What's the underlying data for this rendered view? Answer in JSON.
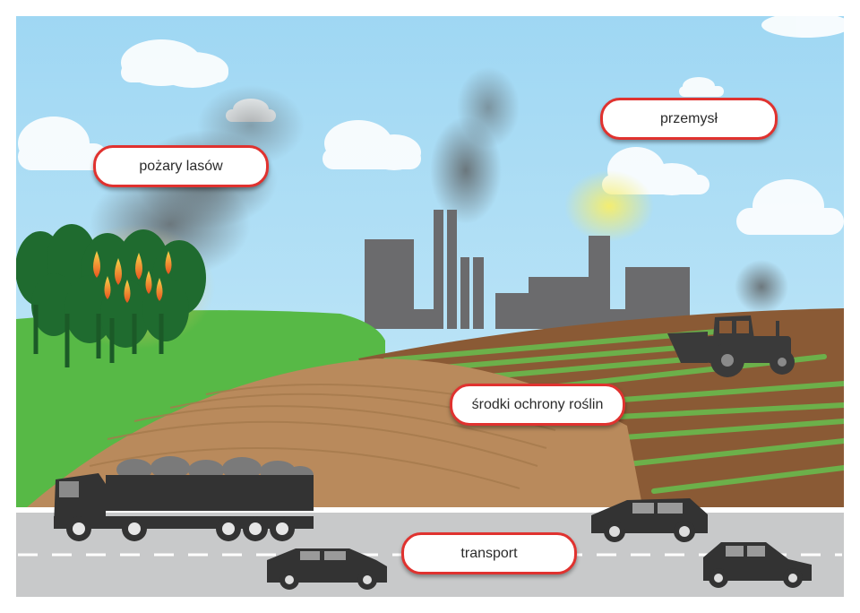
{
  "labels": {
    "forest_fires": "pożary lasów",
    "industry": "przemysł",
    "pesticides": "środki ochrony roślin",
    "transport": "transport"
  },
  "colors": {
    "sky": "#a9dcf5",
    "grass": "#57b946",
    "field_light": "#b98a5c",
    "field_dark": "#8a5a35",
    "road": "#c8c9ca",
    "silhouette": "#3a3a3a",
    "factory": "#6b6b6d",
    "label_border": "#e0322f"
  }
}
